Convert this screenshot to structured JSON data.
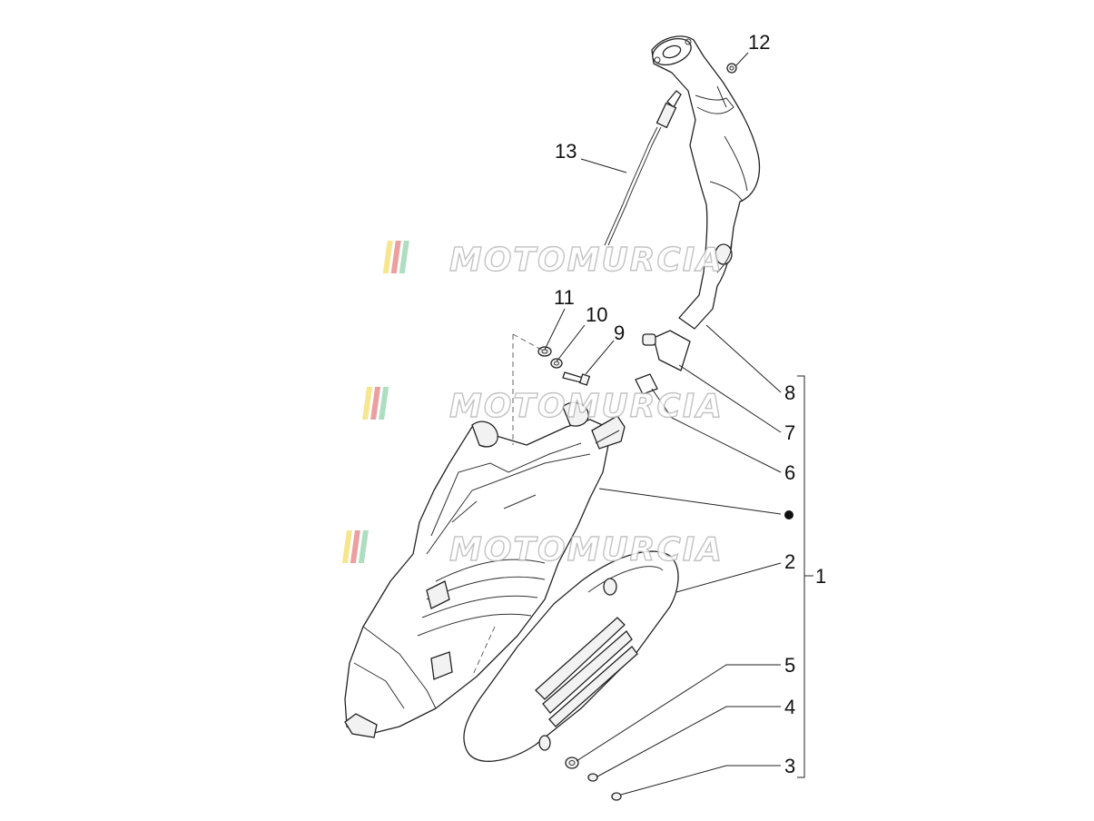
{
  "diagram": {
    "callouts": [
      {
        "id": "callout-12",
        "label": "12"
      },
      {
        "id": "callout-13",
        "label": "13"
      },
      {
        "id": "callout-11",
        "label": "11"
      },
      {
        "id": "callout-10",
        "label": "10"
      },
      {
        "id": "callout-9",
        "label": "9"
      },
      {
        "id": "callout-8",
        "label": "8"
      },
      {
        "id": "callout-7",
        "label": "7"
      },
      {
        "id": "callout-6",
        "label": "6"
      },
      {
        "id": "callout-2",
        "label": "2"
      },
      {
        "id": "callout-1",
        "label": "1"
      },
      {
        "id": "callout-5",
        "label": "5"
      },
      {
        "id": "callout-4",
        "label": "4"
      },
      {
        "id": "callout-3",
        "label": "3"
      }
    ],
    "watermark": {
      "text": "MOTOMURCIA",
      "stripe_colors": [
        "#f5e27a",
        "#e88f8f",
        "#9fd9b4"
      ]
    }
  }
}
